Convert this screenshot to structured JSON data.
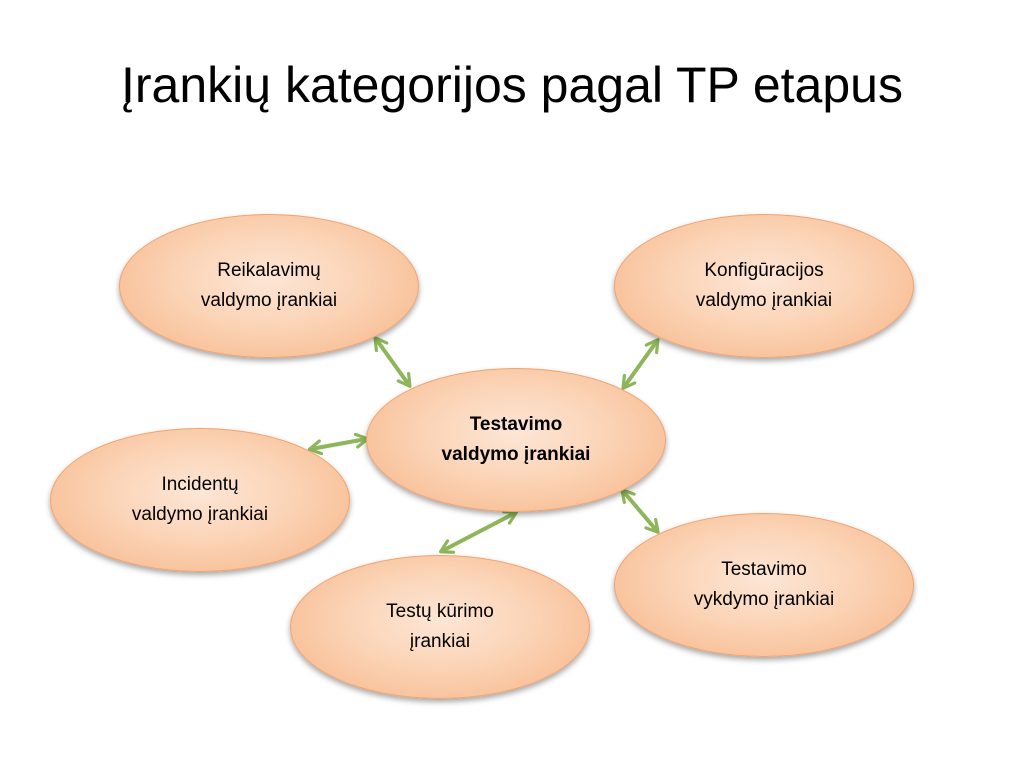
{
  "slide": {
    "title": "Įrankių kategorijos pagal TP etapus"
  },
  "diagram": {
    "center": {
      "line1": "Testavimo",
      "line2": "valdymo įrankiai"
    },
    "nodes": [
      {
        "id": "requirements",
        "line1": "Reikalavimų",
        "line2": "valdymo įrankiai"
      },
      {
        "id": "configuration",
        "line1": "Konfigūracijos",
        "line2": "valdymo įrankiai"
      },
      {
        "id": "incidents",
        "line1": "Incidentų",
        "line2": "valdymo įrankiai"
      },
      {
        "id": "test-creation",
        "line1": "Testų kūrimo",
        "line2": "įrankiai"
      },
      {
        "id": "test-execution",
        "line1": "Testavimo",
        "line2": "vykdymo įrankiai"
      }
    ],
    "connector_style": "double-headed arrows",
    "colors": {
      "node_fill": "#fbd3b5",
      "node_border": "#f1a26c",
      "arrow": "#8db65a"
    }
  }
}
